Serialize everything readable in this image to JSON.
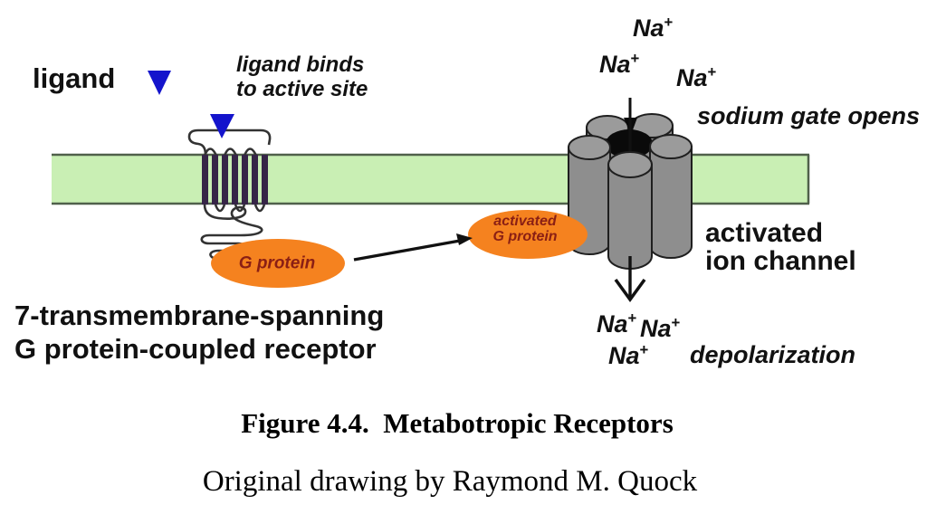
{
  "diagram": {
    "left": {
      "ligand_label": "ligand",
      "binds_line1": "ligand binds",
      "binds_line2": "to active site",
      "receptor_line1": "7-transmembrane-spanning",
      "receptor_line2": "G protein-coupled receptor",
      "g_protein_label": "G protein"
    },
    "right": {
      "activated_g_line1": "activated",
      "activated_g_line2": "G protein",
      "sodium_gate_label": "sodium gate opens",
      "channel_line1": "activated",
      "channel_line2": "ion channel",
      "depolarization_label": "depolarization",
      "na_symbol": "Na",
      "na_charge": "+"
    }
  },
  "caption": {
    "title": "Figure 4.4.  Metabotropic Receptors",
    "credit": "Original drawing by Raymond M. Quock"
  },
  "colors": {
    "membrane_fill": "#c9efb4",
    "membrane_border": "#50604b",
    "ligand_blue": "#1414cc",
    "g_protein_orange": "#f5821f",
    "ellipse_text_maroon": "#8a1f14",
    "receptor_bar": "#362547",
    "channel_body_gray": "#8e8e8e",
    "channel_lid_gray": "#9b9b9b",
    "channel_outline": "#1f1f1f",
    "line_black": "#111111"
  }
}
